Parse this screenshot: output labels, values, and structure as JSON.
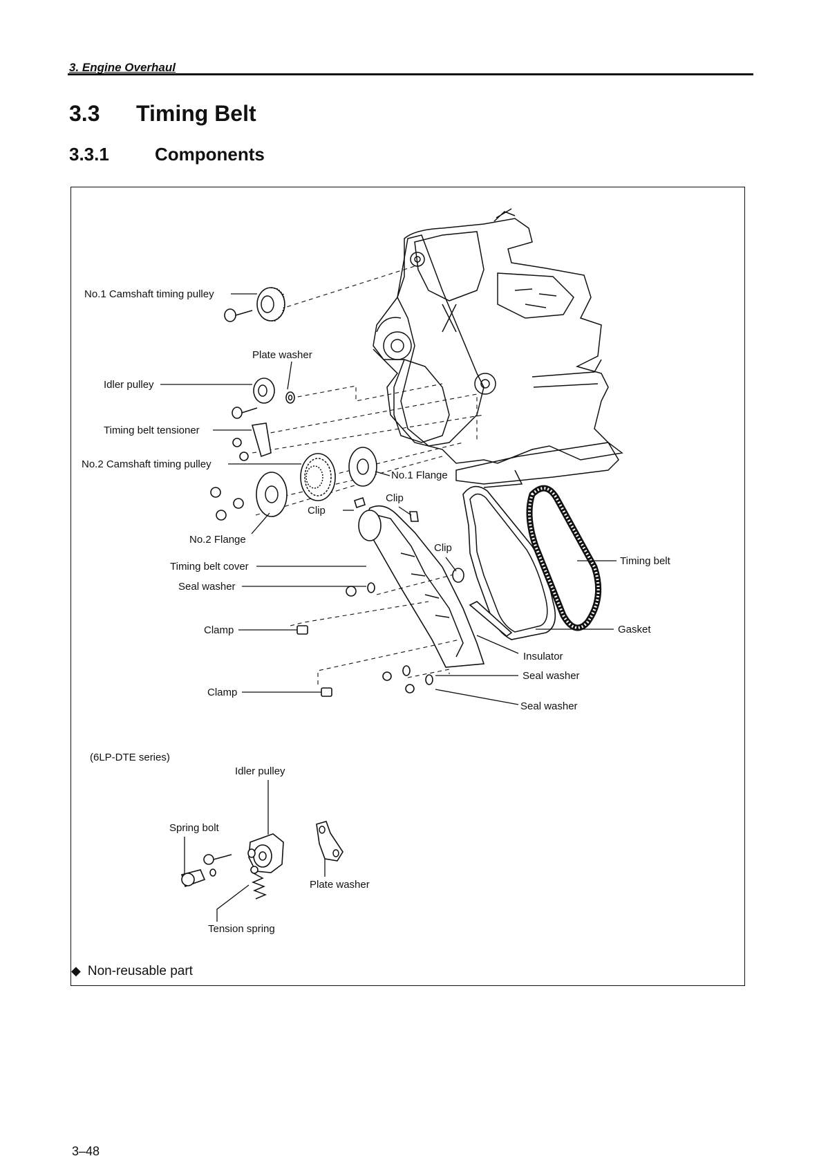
{
  "header": {
    "chapter": "3.  Engine Overhaul"
  },
  "section": {
    "number": "3.3",
    "title": "Timing Belt"
  },
  "subsection": {
    "number": "3.3.1",
    "title": "Components"
  },
  "labels": {
    "cam1": "No.1 Camshaft timing pulley",
    "platewasher": "Plate washer",
    "idler": "Idler pulley",
    "tensioner": "Timing belt tensioner",
    "cam2": "No.2 Camshaft timing pulley",
    "flange1": "No.1 Flange",
    "clip1": "Clip",
    "clip2": "Clip",
    "clip3": "Clip",
    "flange2": "No.2 Flange",
    "cover": "Timing belt cover",
    "sealwasher1": "Seal washer",
    "clamp1": "Clamp",
    "clamp2": "Clamp",
    "timingbelt": "Timing belt",
    "gasket": "Gasket",
    "insulator": "Insulator",
    "sealwasher2": "Seal washer",
    "sealwasher3": "Seal washer"
  },
  "inset": {
    "series": "(6LP-DTE series)",
    "idler": "Idler pulley",
    "springbolt": "Spring bolt",
    "platewasher": "Plate washer",
    "tensionspring": "Tension spring"
  },
  "legend": {
    "symbol": "◆",
    "text": "Non-reusable part"
  },
  "footer": {
    "page": "3–48"
  }
}
